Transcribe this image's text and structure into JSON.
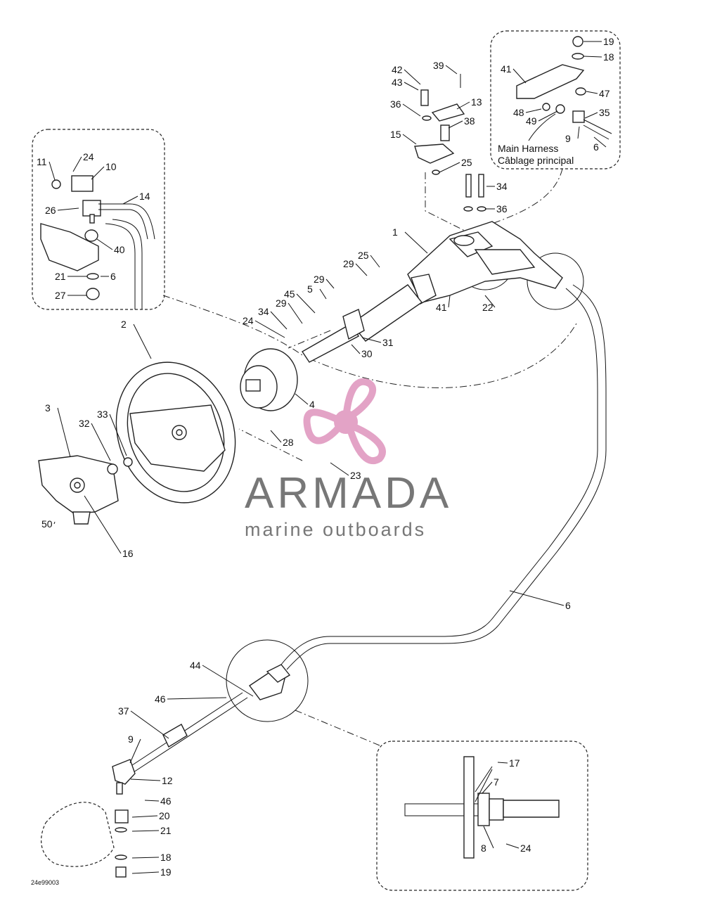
{
  "diagram": {
    "document_code": "24e99003",
    "brand": {
      "name": "ARMADA",
      "tagline": "marine outboards",
      "logo_color": "#e3a3c6"
    },
    "inset_notes": {
      "main_harness_en": "Main Harness",
      "main_harness_fr": "Câblage principal"
    },
    "labels": [
      "19",
      "18",
      "41",
      "47",
      "48",
      "49",
      "35",
      "9",
      "6",
      "42",
      "39",
      "43",
      "13",
      "36",
      "38",
      "15",
      "25",
      "34",
      "36",
      "11",
      "24",
      "10",
      "14",
      "26",
      "40",
      "21",
      "6",
      "27",
      "1",
      "25",
      "29",
      "29",
      "5",
      "45",
      "29",
      "34",
      "24",
      "41",
      "22",
      "31",
      "30",
      "2",
      "4",
      "3",
      "32",
      "33",
      "28",
      "23",
      "50",
      "16",
      "6",
      "44",
      "46",
      "37",
      "9",
      "12",
      "46",
      "20",
      "21",
      "18",
      "19",
      "17",
      "7",
      "8",
      "24"
    ]
  }
}
